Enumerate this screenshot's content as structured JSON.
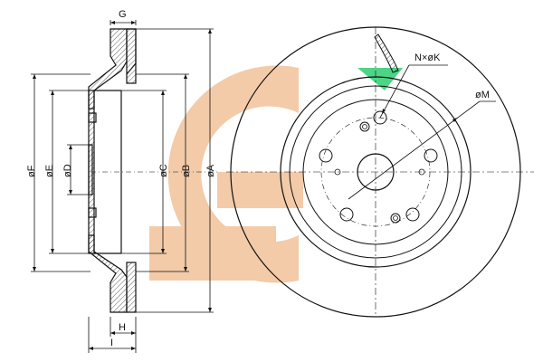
{
  "labels": {
    "G": "G",
    "F": "øF",
    "E": "øE",
    "D": "øD",
    "C": "øC",
    "B": "øB",
    "A": "øA",
    "H": "H",
    "I": "I",
    "NK": "N×øK",
    "M": "øM"
  },
  "colors": {
    "line": "#111111",
    "hatch": "#333333",
    "logo_orange": "#f2c29a",
    "logo_green": "#2ecc71"
  }
}
